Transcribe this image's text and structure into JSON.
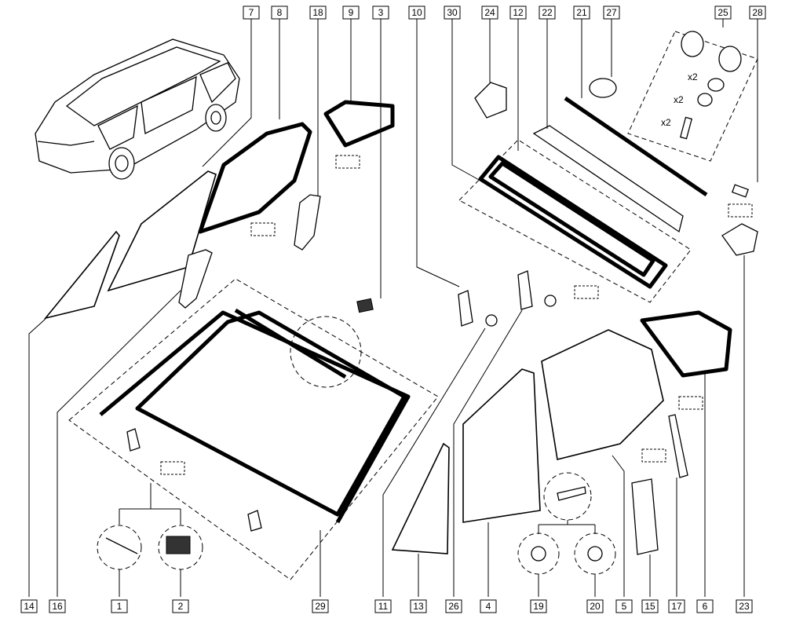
{
  "callouts_top": [
    "7",
    "8",
    "18",
    "9",
    "3",
    "10",
    "30",
    "24",
    "12",
    "22",
    "21",
    "27",
    "25",
    "28"
  ],
  "callouts_bottom": [
    "14",
    "16",
    "1",
    "2",
    "29",
    "11",
    "13",
    "26",
    "4",
    "19",
    "20",
    "5",
    "15",
    "17",
    "6",
    "23"
  ],
  "quantity_notes": [
    "x2",
    "x2",
    "x2"
  ]
}
